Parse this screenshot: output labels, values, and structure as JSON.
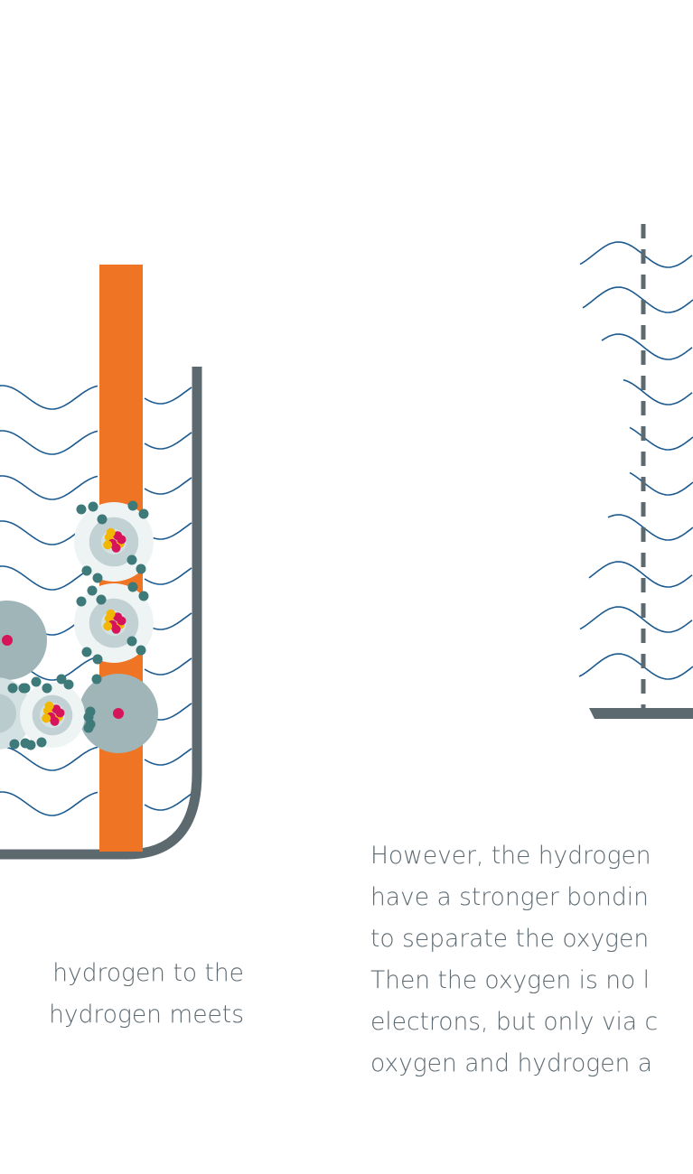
{
  "colors": {
    "water": "#1c5a8f",
    "container": "#5c6a70",
    "electrode": "#ef7423",
    "electron": "#3e7a7a",
    "ion_outer": "#9fb5b8",
    "ion_inner": "#d4e1e2",
    "ion_ring": "#eef4f4",
    "proton": "#d5145a",
    "neutron": "#f2b705",
    "caption_text": "#5d6a72"
  },
  "left_caption": {
    "lines": [
      "hydrogen to the",
      "hydrogen meets"
    ]
  },
  "right_caption": {
    "lines": [
      "However, the hydrogen",
      "have a stronger bondin",
      "to separate the oxygen",
      "Then the oxygen is no l",
      "electrons, but only via c",
      "oxygen and hydrogen a"
    ]
  }
}
